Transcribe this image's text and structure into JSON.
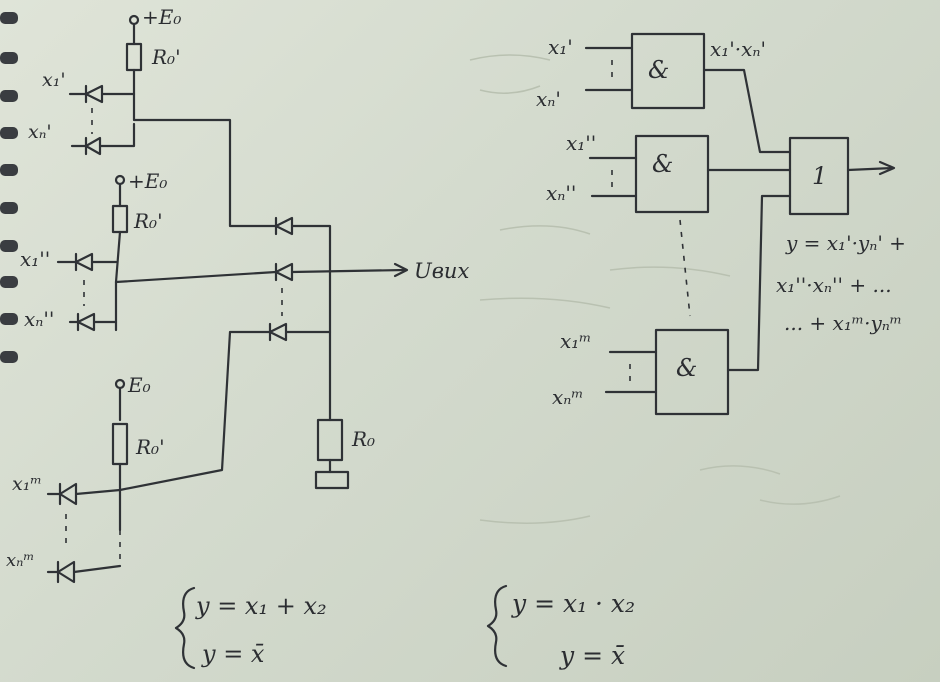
{
  "left_circuit": {
    "supply_1": "+E₀",
    "resistor_1": "R₀'",
    "input_a": "x₁'",
    "input_b": "xₙ'",
    "supply_2": "+E₀",
    "resistor_2": "R₀'",
    "input_c": "x₁''",
    "input_d": "xₙ''",
    "supply_3": "E₀",
    "resistor_3": "R₀'",
    "input_e": "x₁ᵐ",
    "input_f": "xₙᵐ",
    "output_label": "Uвих",
    "load_resistor": "R₀"
  },
  "right_diagram": {
    "and_symbol": "&",
    "or_symbol": "1",
    "gate1_in_a": "x₁'",
    "gate1_in_b": "xₙ'",
    "gate1_out": "x₁'·xₙ'",
    "gate2_in_a": "x₁''",
    "gate2_in_b": "xₙ''",
    "gate3_in_a": "x₁ᵐ",
    "gate3_in_b": "xₙᵐ",
    "formula_line1": "y = x₁'·yₙ' +",
    "formula_line2": "x₁''·xₙ'' + ...",
    "formula_line3": "... + x₁ᵐ·yₙᵐ"
  },
  "equations_left": {
    "eq1": "y = x₁ + x₂",
    "eq2": "y = x̄"
  },
  "equations_right": {
    "eq1": "y = x₁ · x₂",
    "eq2": "y = x̄"
  }
}
